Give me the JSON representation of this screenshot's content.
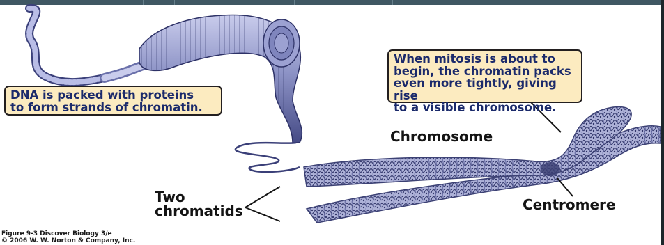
{
  "callouts": {
    "dna": "DNA is packed with proteins\nto form strands of chromatin.",
    "mitosis": "When mitosis is about to\nbegin, the chromatin packs\neven more tightly, giving rise\nto a visible chromosome."
  },
  "labels": {
    "chromosome": "Chromosome",
    "chromatids": "Two\nchromatids",
    "centromere": "Centromere"
  },
  "credit": "Figure 9-3  Discover Biology 3/e\n© 2006 W. W. Norton & Company, Inc.",
  "colors": {
    "callout_fill": "#fcebc0",
    "callout_text": "#1b2a6b",
    "chromatin": "#8c92c2",
    "chromatin_dark": "#3c4174",
    "header_bar": "#3f5763"
  }
}
